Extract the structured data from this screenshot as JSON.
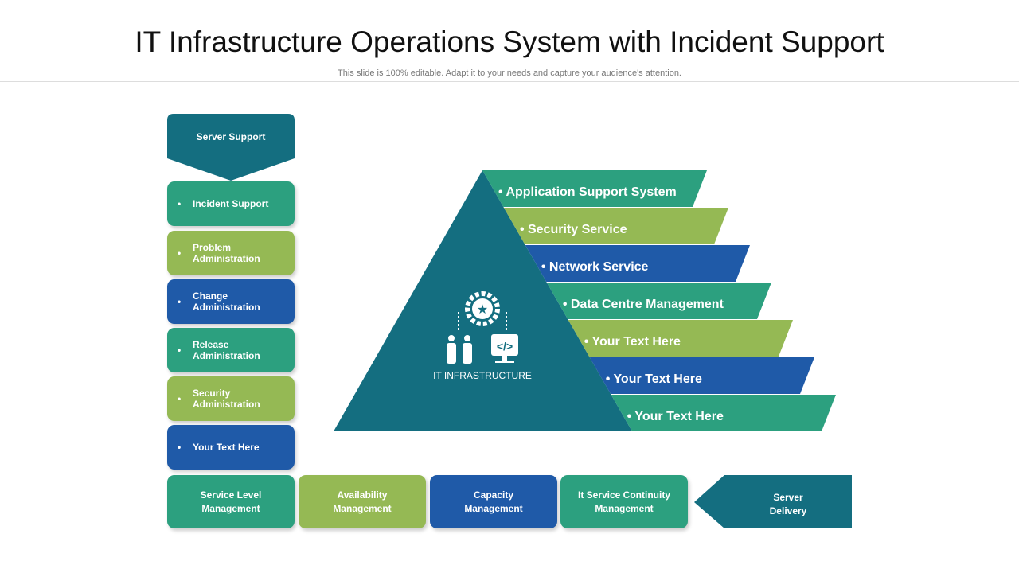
{
  "title": "IT Infrastructure Operations System with Incident Support",
  "subtitle": "This slide is 100% editable. Adapt it to your needs and capture  your audience's attention.",
  "server_support": "Server Support",
  "left_items": [
    "Incident Support",
    "Problem Administration",
    "Change Administration",
    "Release Administration",
    "Security Administration",
    "Your Text Here"
  ],
  "bottom_items": [
    "Service Level Management",
    "Availability Management",
    "Capacity Management",
    "It Service Continuity Management"
  ],
  "server_delivery": "Server Delivery",
  "pyramid_label": "IT INFRASTRUCTURE",
  "bands": [
    "Application Support System",
    "Security Service",
    "Network Service",
    "Data Centre Management",
    "Your Text Here",
    "Your Text Here",
    "Your Text Here"
  ],
  "colors": {
    "teal": "#146e80",
    "green": "#2ca07f",
    "olive": "#95b954",
    "blue": "#1f5aa8"
  }
}
